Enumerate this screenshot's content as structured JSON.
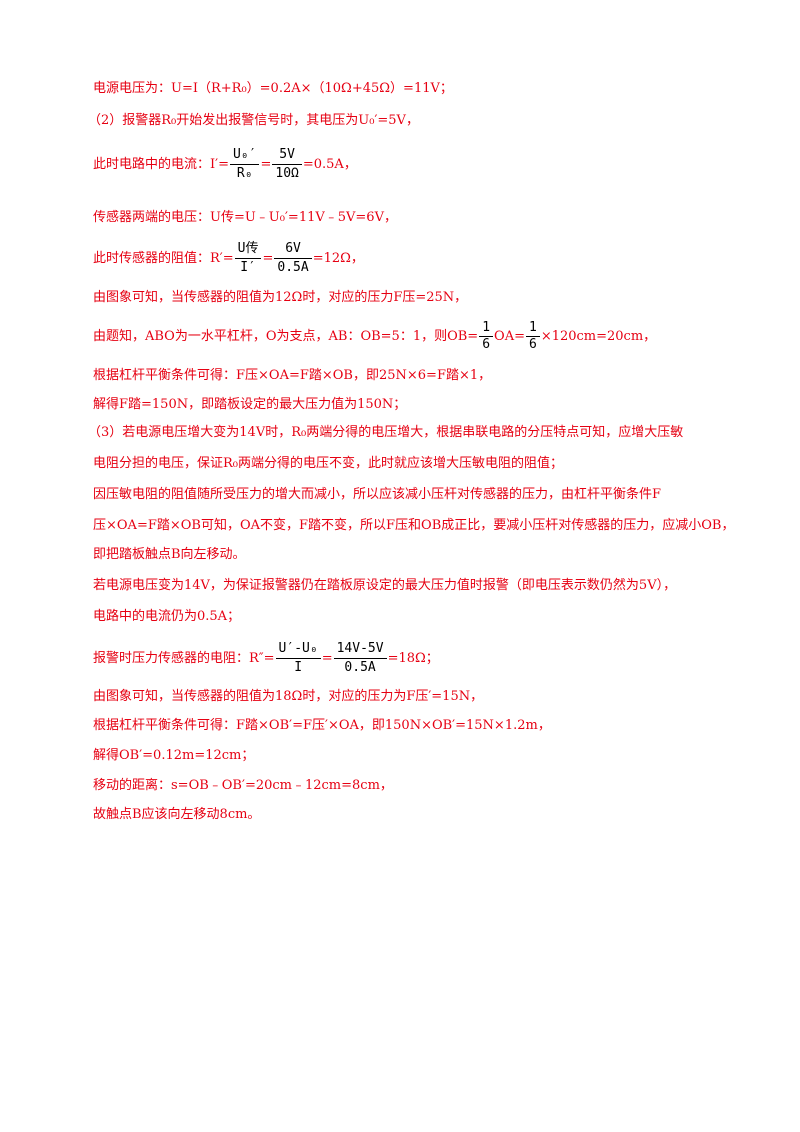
{
  "lines": {
    "l1": "电源电压为：U=I（R+R₀）=0.2A×（10Ω+45Ω）=11V；",
    "l2": "（2）报警器R₀开始发出报警信号时，其电压为U₀′=5V，",
    "l3_pre": "此时电路中的电流：I′=",
    "l3_post": "=0.5A，",
    "l4": "传感器两端的电压：U传=U﹣U₀′=11V﹣5V=6V，",
    "l5_pre": "此时传感器的阻值：R′=",
    "l5_post": "=12Ω，",
    "l6": "由图象可知，当传感器的阻值为12Ω时，对应的压力F压=25N，",
    "l7_pre": "由题知，ABO为一水平杠杆，O为支点，AB：OB=5：1，则OB=",
    "l7_mid": "OA=",
    "l7_post": "×120cm=20cm，",
    "l8": "根据杠杆平衡条件可得：F压×OA=F踏×OB，即25N×6=F踏×1，",
    "l9": "解得F踏=150N，即踏板设定的最大压力值为150N；",
    "l10": "（3）若电源电压增大变为14V时，R₀两端分得的电压增大，根据串联电路的分压特点可知，应增大压敏",
    "l11": "电阻分担的电压，保证R₀两端分得的电压不变，此时就应该增大压敏电阻的阻值；",
    "l12": "因压敏电阻的阻值随所受压力的增大而减小，所以应该减小压杆对传感器的压力，由杠杆平衡条件F",
    "l13": "压×OA=F踏×OB可知，OA不变，F踏不变，所以F压和OB成正比，要减小压杆对传感器的压力，应减小OB，",
    "l14": "即把踏板触点B向左移动。",
    "l15": "若电源电压变为14V，为保证报警器仍在踏板原设定的最大压力值时报警（即电压表示数仍然为5V），",
    "l16": "电路中的电流仍为0.5A；",
    "l17_pre": "报警时压力传感器的电阻：R″=",
    "l17_post": "=18Ω；",
    "l18": "由图象可知，当传感器的阻值为18Ω时，对应的压力为F压′=15N，",
    "l19": "根据杠杆平衡条件可得：F踏×OB′=F压′×OA，即150N×OB′=15N×1.2m，",
    "l20": "解得OB′=0.12m=12cm；",
    "l21": "移动的距离：s=OB﹣OB′=20cm﹣12cm=8cm，",
    "l22": "故触点B应该向左移动8cm。"
  },
  "fractions": {
    "f3a": {
      "num": "U₀′",
      "den": "R₀"
    },
    "f3b": {
      "num": "5V",
      "den": "10Ω"
    },
    "f5a": {
      "num": "U传",
      "den": "I′"
    },
    "f5b": {
      "num": "6V",
      "den": "0.5A"
    },
    "f7a": {
      "num": "1",
      "den": "6"
    },
    "f7b": {
      "num": "1",
      "den": "6"
    },
    "f17a": {
      "num": "U′-U₀",
      "den": "I"
    },
    "f17b": {
      "num": "14V-5V",
      "den": "0.5A"
    }
  }
}
